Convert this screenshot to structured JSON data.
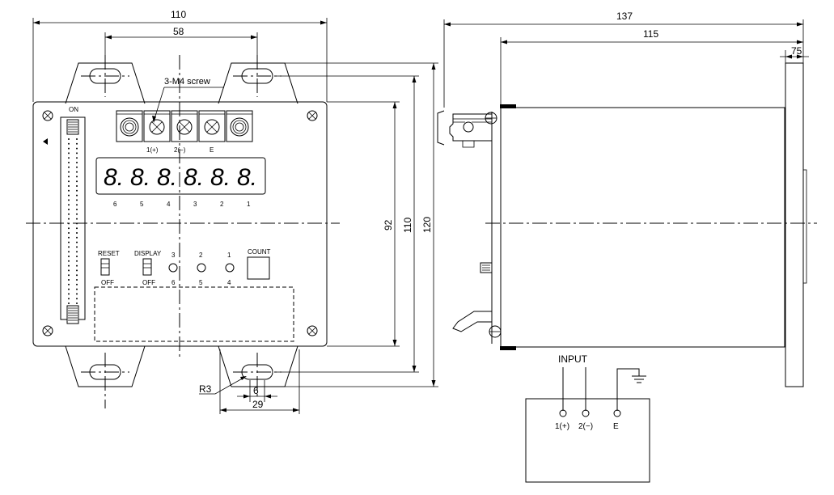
{
  "dims": {
    "width_110": "110",
    "hole_58": "58",
    "height_92": "92",
    "height_110": "110",
    "height_120": "120",
    "side_137": "137",
    "side_115": "115",
    "side_75": "75",
    "slot_6": "6",
    "slot_29": "29"
  },
  "callouts": {
    "screw": "3-M4 screw",
    "radius": "R3"
  },
  "terminals": [
    "1(+)",
    "2(−)",
    "E"
  ],
  "display": {
    "digits": [
      "8.",
      "8.",
      "8.",
      "8.",
      "8.",
      "8."
    ],
    "positions": [
      "6",
      "5",
      "4",
      "3",
      "2",
      "1"
    ]
  },
  "panel": {
    "on_label": "ON",
    "reset_label": "RESET",
    "reset_off": "OFF",
    "display_label": "DISPLAY",
    "display_off": "OFF",
    "led_top": [
      "3",
      "2",
      "1"
    ],
    "led_bottom": [
      "6",
      "5",
      "4"
    ],
    "count_label": "COUNT"
  },
  "wiring": {
    "title": "INPUT",
    "terminals": [
      "1(+)",
      "2(−)",
      "E"
    ]
  }
}
